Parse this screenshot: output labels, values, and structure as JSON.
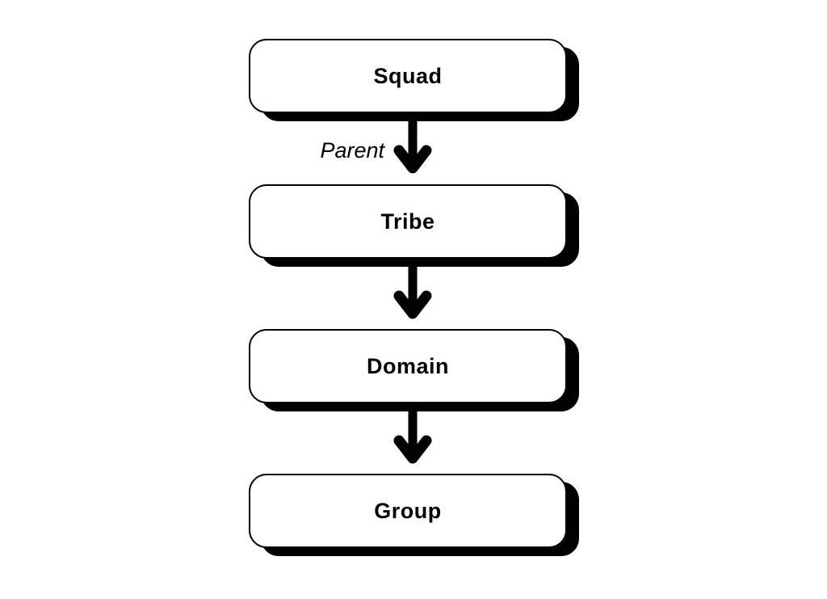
{
  "colors": {
    "ink": "#000000",
    "paper": "#ffffff"
  },
  "diagram": {
    "type": "flowchart-vertical",
    "nodes": [
      {
        "label": "Squad"
      },
      {
        "label": "Tribe"
      },
      {
        "label": "Domain"
      },
      {
        "label": "Group"
      }
    ],
    "edges": [
      {
        "from": "Squad",
        "to": "Tribe",
        "label": "Parent"
      },
      {
        "from": "Tribe",
        "to": "Domain",
        "label": ""
      },
      {
        "from": "Domain",
        "to": "Group",
        "label": ""
      }
    ]
  }
}
